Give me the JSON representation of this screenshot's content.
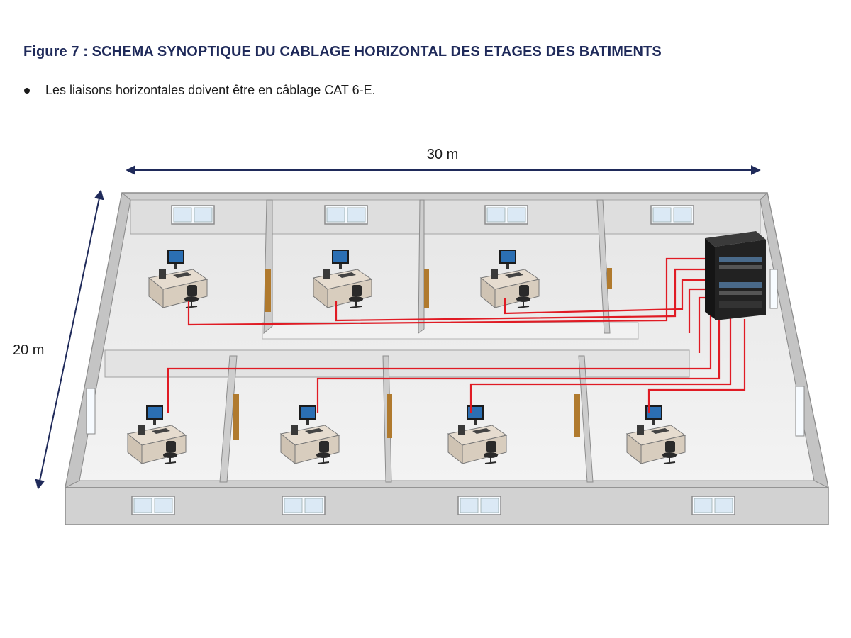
{
  "figure": {
    "title": "Figure 7 : SCHEMA SYNOPTIQUE DU CABLAGE HORIZONTAL DES ETAGES DES BATIMENTS",
    "bullet": "Les liaisons horizontales doivent être en câblage CAT 6-E."
  },
  "dimensions": {
    "width_label": "30 m",
    "depth_label": "20 m"
  },
  "colors": {
    "title": "#1f2a5a",
    "dimension_arrow": "#1f2a5a",
    "cable": "#e01b24",
    "wall": "#d9d9d9",
    "floor": "#ededed",
    "rack": "#1c1c1c",
    "door": "#b07a2e"
  },
  "building": {
    "back_offices": 4,
    "front_offices": 4,
    "workstations": 7
  }
}
